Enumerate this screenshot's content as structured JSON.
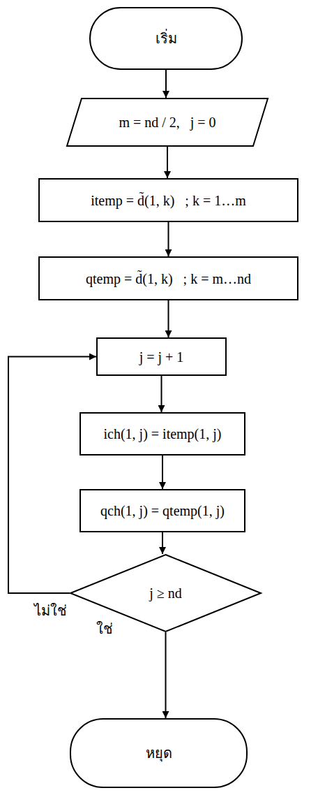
{
  "diagram": {
    "nodes": [
      {
        "text": [
          "เริ่ม"
        ]
      },
      {
        "text": [
          "m = nd / 2,   j = 0"
        ]
      },
      {
        "text": [
          "itemp = d̃(1, k)   ; k = 1…m"
        ]
      },
      {
        "text": [
          "qtemp = d̃(1, k)   ; k = m…nd"
        ]
      },
      {
        "text": [
          "j = j + 1"
        ]
      },
      {
        "text": [
          "ich(1, j) = itemp(1, j)"
        ]
      },
      {
        "text": [
          "qch(1, j) = qtemp(1, j)"
        ]
      },
      {
        "text": [
          "j ≥ nd"
        ]
      },
      {
        "text": [
          "หยุด"
        ]
      }
    ],
    "edges": [
      {
        "from": 0,
        "to": 1,
        "arrow": "to"
      },
      {
        "from": 1,
        "to": 2,
        "arrow": "to"
      },
      {
        "from": 2,
        "to": 3,
        "arrow": "to"
      },
      {
        "from": 3,
        "to": 4,
        "arrow": "to"
      },
      {
        "from": 4,
        "to": 5,
        "arrow": "to"
      },
      {
        "from": 5,
        "to": 6,
        "arrow": "to"
      },
      {
        "from": 6,
        "to": 7,
        "arrow": "to"
      },
      {
        "from": 7,
        "to": 4,
        "label": "ไม่ใช่",
        "arrow": "to"
      },
      {
        "from": 7,
        "to": 8,
        "label": "ใช่",
        "arrow": "to"
      }
    ]
  }
}
